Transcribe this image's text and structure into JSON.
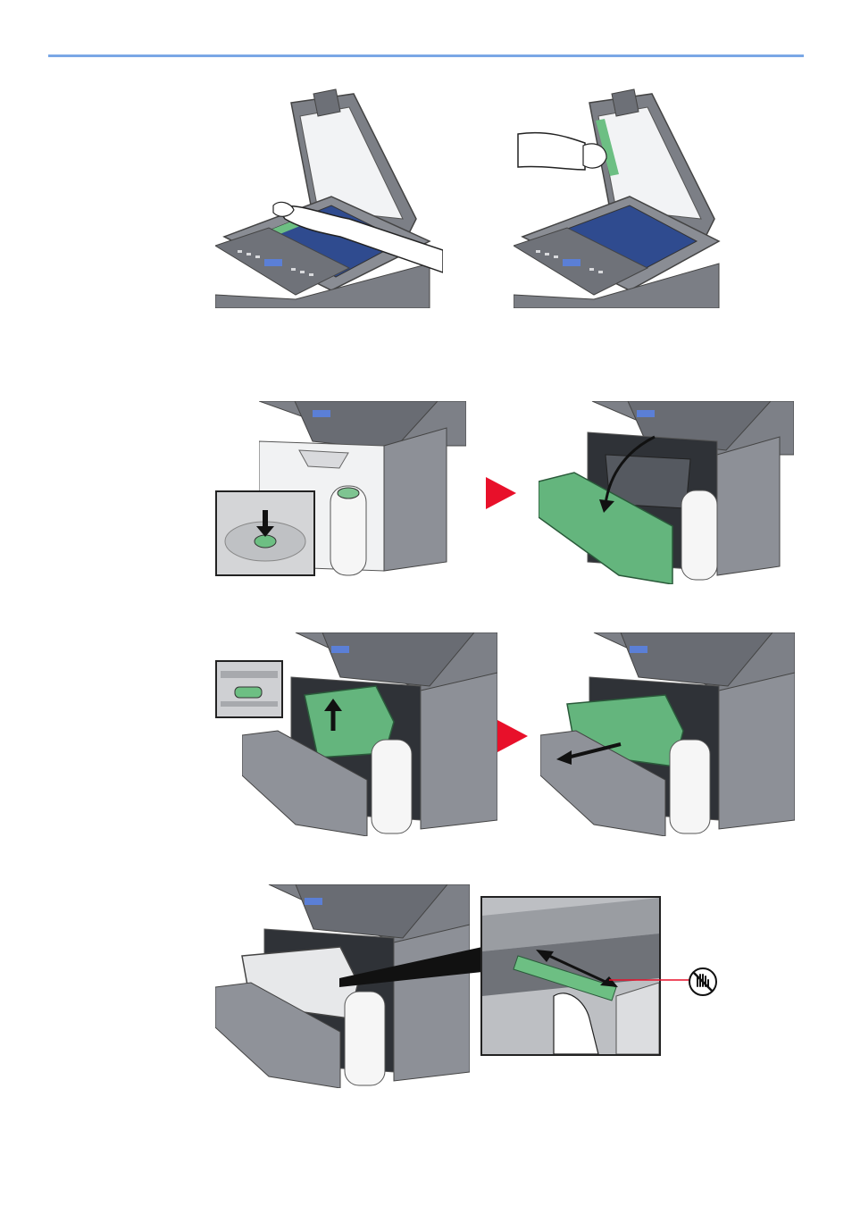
{
  "page": {
    "header_rule_color": "#7aa7e6",
    "accent_green": "#5bb374",
    "accent_red": "#e8102a"
  },
  "figures": [
    {
      "id": "fig-clean-glass-hand",
      "icon": "wipe-platen-glass"
    },
    {
      "id": "fig-clean-lid-strip",
      "icon": "wipe-slit-glass"
    },
    {
      "id": "fig-press-front-cover-release",
      "icon": "press-button"
    },
    {
      "id": "fig-front-cover-open",
      "icon": "open-front-cover"
    },
    {
      "id": "fig-lift-developer-unit",
      "icon": "lift-unit"
    },
    {
      "id": "fig-pull-developer-unit",
      "icon": "pull-unit"
    },
    {
      "id": "fig-open-printer-inside",
      "icon": "printer-open"
    },
    {
      "id": "fig-clean-registration-roller",
      "icon": "clean-roller"
    }
  ],
  "icons": {
    "step_arrow": "red-triangle-arrow",
    "no_touch": "do-not-touch-hand-icon"
  }
}
